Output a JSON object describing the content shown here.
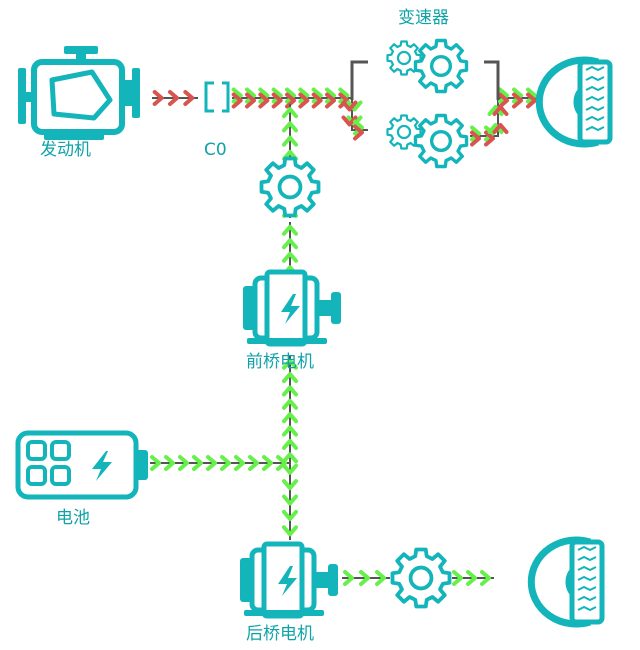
{
  "colors": {
    "teal": "#13b5ba",
    "label_teal": "#0fa3a8",
    "engine_flow_red": "#d9534f",
    "electric_flow_green": "#66f04a",
    "line_gray": "#555555",
    "background": "#ffffff"
  },
  "labels": {
    "engine": "发动机",
    "clutch": "C0",
    "gearbox": "变速器",
    "front_motor": "前桥电机",
    "battery": "电池",
    "rear_motor": "后桥电机"
  },
  "icons": {
    "engine": "engine-icon",
    "clutch": "clutch-icon",
    "gear": "gear-icon",
    "motor": "electric-motor-icon",
    "battery": "battery-icon",
    "wheel": "wheel-icon"
  },
  "flows": [
    {
      "id": "engine-to-clutch",
      "type": "engine"
    },
    {
      "id": "clutch-to-gearbox",
      "type": "engine+electric"
    },
    {
      "id": "front-gear-to-main",
      "type": "electric"
    },
    {
      "id": "front-motor-to-gear",
      "type": "electric"
    },
    {
      "id": "gearbox-upper",
      "type": "engine+electric"
    },
    {
      "id": "gearbox-lower",
      "type": "engine+electric"
    },
    {
      "id": "gearbox-to-front-wheel",
      "type": "engine+electric"
    },
    {
      "id": "battery-to-bus",
      "type": "electric"
    },
    {
      "id": "bus-to-front-motor",
      "type": "electric"
    },
    {
      "id": "bus-to-rear-motor",
      "type": "electric"
    },
    {
      "id": "rear-motor-to-gear",
      "type": "electric"
    },
    {
      "id": "rear-gear-to-wheel",
      "type": "electric"
    }
  ]
}
